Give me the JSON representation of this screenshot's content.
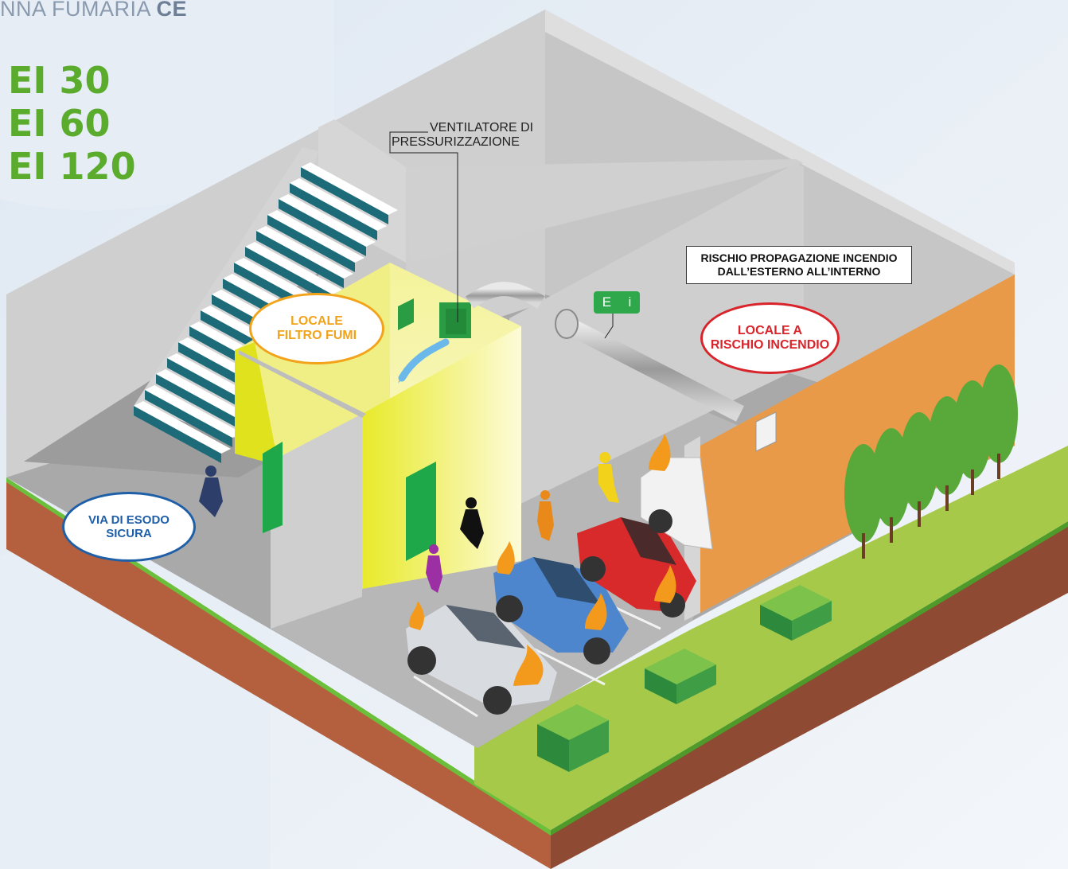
{
  "header": {
    "title_prefix": "NNA FUMARIA",
    "title_bold": "CE"
  },
  "ratings": [
    "EI 30",
    "EI 60",
    "EI 120"
  ],
  "callouts": {
    "fan_line1": "VENTILATORE DI",
    "fan_line2": "PRESSURIZZAZIONE"
  },
  "labels": {
    "filter_line1": "LOCALE",
    "filter_line2": "FILTRO FUMI",
    "exit_line1": "VIA DI ESODO",
    "exit_line2": "SICURA",
    "fire_room_line1": "LOCALE A",
    "fire_room_line2": "RISCHIO INCENDIO",
    "warning_line1": "RISCHIO PROPAGAZIONE INCENDIO",
    "warning_line2": "DALL’ESTERNO ALL’INTERNO"
  },
  "duct_tag": {
    "left": "E",
    "right": "i"
  },
  "colors": {
    "rating_green": "#5bab2d",
    "filter_orange": "#f2a31a",
    "exit_blue": "#1f5fa8",
    "fire_red": "#d8242a",
    "tag_green": "#2ea84a"
  }
}
